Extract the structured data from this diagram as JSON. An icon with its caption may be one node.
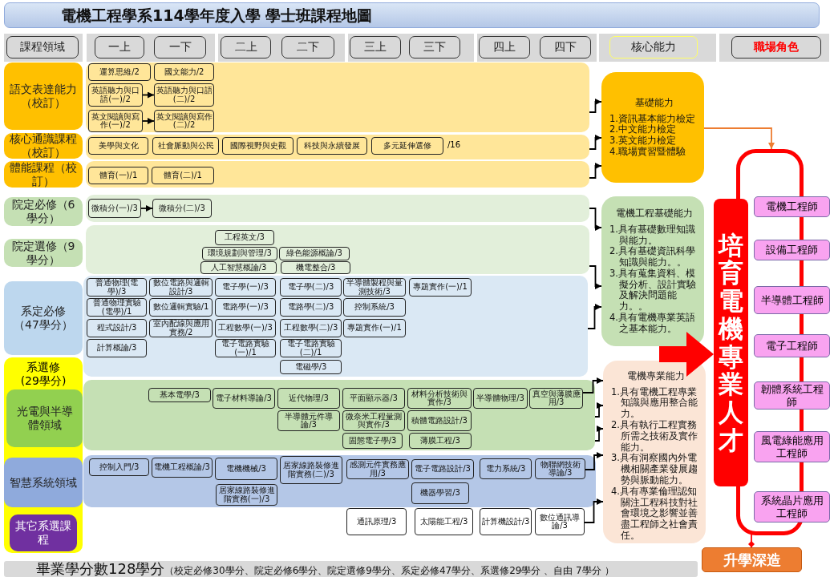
{
  "diagram": {
    "title": "電機工程學系114學年度入學 學士班課程地圖",
    "nodes": [
      {
        "text": [
          "課程領域"
        ]
      },
      {
        "text": [
          "一上"
        ]
      },
      {
        "text": [
          "一下"
        ]
      },
      {
        "text": [
          "二上"
        ]
      },
      {
        "text": [
          "二下"
        ]
      },
      {
        "text": [
          "三上"
        ]
      },
      {
        "text": [
          "三下"
        ]
      },
      {
        "text": [
          "四上"
        ]
      },
      {
        "text": [
          "四下"
        ]
      },
      {
        "text": [
          "核心能力"
        ]
      },
      {
        "text": [
          "職場角色"
        ]
      },
      {
        "text": [
          "語文表達能力（校訂）"
        ]
      },
      {
        "text": [],
        "shape": "box"
      },
      {
        "text": [
          "運算思維/2"
        ],
        "in": 12
      },
      {
        "text": [
          "國文能力/2"
        ],
        "in": 12
      },
      {
        "text": [
          "英語聽力與口語(一)/2"
        ],
        "in": 12
      },
      {
        "text": [
          "英語聽力與口語(二)/2"
        ],
        "in": 12
      },
      {
        "text": [
          "英文閱讀與寫作(一)/2"
        ],
        "in": 12
      },
      {
        "text": [
          "英文閱讀與寫作(二)/2"
        ],
        "in": 12
      },
      {
        "text": [
          "基礎能力",
          "1.資訊基本能力檢定",
          "2.中文能力檢定",
          "3.英文能力檢定",
          "4.職場實習暨體驗"
        ]
      },
      {
        "text": [
          "核心通識課程（校訂）"
        ]
      },
      {
        "text": [],
        "shape": "box"
      },
      {
        "text": [
          "美學與文化"
        ],
        "in": 21
      },
      {
        "text": [
          "社會脈動與公民"
        ],
        "in": 21
      },
      {
        "text": [
          "國際視野與史觀"
        ],
        "in": 21
      },
      {
        "text": [
          "科技與永續發展"
        ],
        "in": 21
      },
      {
        "text": [
          "多元延伸選修"
        ],
        "in": 21,
        "beside": [
          "/16"
        ]
      },
      {
        "text": [
          "體能課程（校訂）"
        ]
      },
      {
        "text": [],
        "shape": "box"
      },
      {
        "text": [
          "體育(一)/1"
        ],
        "in": 28
      },
      {
        "text": [
          "體育(二)/1"
        ],
        "in": 28
      },
      {
        "text": [],
        "shape": "box"
      },
      {
        "text": [
          "院定必修（6學分）"
        ]
      },
      {
        "text": [],
        "shape": "box"
      },
      {
        "text": [
          "微積分(一)/3"
        ],
        "in": 33
      },
      {
        "text": [
          "微積分(二)/3"
        ],
        "in": 33
      },
      {
        "text": [
          "電機工程基礎能力",
          "1.具有基礎數理知識與能力。",
          "2.具有基礎資訊科學知識與能力。。",
          "3.具有蒐集資料、模擬分析、設計實驗及解決問題能力。。",
          "4.具有電機專業英語之基本能力。"
        ]
      },
      {
        "text": [
          "培育電機專業人才"
        ]
      },
      {
        "text": [
          "電機工程師"
        ]
      },
      {
        "text": [
          "院定選修（9學分）"
        ]
      },
      {
        "text": [],
        "shape": "box"
      },
      {
        "text": [
          "工程英文/3"
        ],
        "in": 40
      },
      {
        "text": [
          "環境規劃與管理/3"
        ],
        "in": 40
      },
      {
        "text": [
          "綠色能源概論/3"
        ],
        "in": 40
      },
      {
        "text": [
          "人工智慧概論/3"
        ],
        "in": 40
      },
      {
        "text": [
          "機電整合/3"
        ],
        "in": 40
      },
      {
        "text": [
          "設備工程師"
        ]
      },
      {
        "text": [
          "系定必修（47學分）"
        ]
      },
      {
        "text": [],
        "shape": "box"
      },
      {
        "text": [
          "普通物理(電學)/3"
        ],
        "in": 48
      },
      {
        "text": [
          "數位電路與邏輯設計/3"
        ],
        "in": 48
      },
      {
        "text": [
          "電子學(一)/3"
        ],
        "in": 48
      },
      {
        "text": [
          "電子學(二)/3"
        ],
        "in": 48
      },
      {
        "text": [
          "半導體製程與量測技術/3"
        ],
        "in": 48
      },
      {
        "text": [
          "專題實作(一)/1"
        ],
        "in": 48
      },
      {
        "text": [
          "半導體工程師"
        ]
      },
      {
        "text": [
          "普通物理實驗(電學)/1"
        ],
        "in": 48
      },
      {
        "text": [
          "數位邏輯實驗/1"
        ],
        "in": 48
      },
      {
        "text": [
          "電路學(一)/3"
        ],
        "in": 48
      },
      {
        "text": [
          "電路學(二)/3"
        ],
        "in": 48
      },
      {
        "text": [
          "控制系統/3"
        ],
        "in": 48
      },
      {
        "text": [
          "程式設計/3"
        ],
        "in": 48
      },
      {
        "text": [
          "室內配線與應用實務/2"
        ],
        "in": 48
      },
      {
        "text": [
          "工程數學(一)/3"
        ],
        "in": 48
      },
      {
        "text": [
          "工程數學(二)/3"
        ],
        "in": 48
      },
      {
        "text": [
          "專題實作(一)/1"
        ],
        "in": 48
      },
      {
        "text": [
          "電子工程師"
        ]
      },
      {
        "text": [
          "計算概論/3"
        ],
        "in": 48
      },
      {
        "text": [
          "電子電路實驗(一)/1"
        ],
        "in": 48
      },
      {
        "text": [
          "電子電路實驗(二)/1"
        ],
        "in": 48
      },
      {
        "text": [
          "電磁學/3"
        ],
        "in": 48
      },
      {
        "text": [
          "系選修(29學分)"
        ]
      },
      {
        "text": [
          "光電與半導體領域"
        ],
        "in": 71
      },
      {
        "text": [],
        "shape": "box"
      },
      {
        "text": [
          "基本電學/3"
        ],
        "in": 73
      },
      {
        "text": [
          "電子材料導論/3"
        ],
        "in": 73
      },
      {
        "text": [
          "近代物理/3"
        ],
        "in": 73
      },
      {
        "text": [
          "平面顯示器/3"
        ],
        "in": 73
      },
      {
        "text": [
          "材料分析技術與實作/3"
        ],
        "in": 73
      },
      {
        "text": [
          "半導體物理/3"
        ],
        "in": 73
      },
      {
        "text": [
          "真空與薄膜應用/3"
        ],
        "in": 73
      },
      {
        "text": [
          "電機專業能力",
          "1.具有電機工程專業知識與應用整合能力。",
          "2.具有執行工程實務所需之技術及實作能力。",
          "3.具有洞察國內外電機相關產業發展趨勢與脈動能力。",
          "4.具有專業倫理認知關注工程科技對社會環境之影響並善盡工程師之社會責任。"
        ]
      },
      {
        "text": [
          "韌體系統工程師"
        ]
      },
      {
        "text": [
          "半導體元件導論/3"
        ],
        "in": 73
      },
      {
        "text": [
          "微奈米工程量測與實作/3"
        ],
        "in": 73
      },
      {
        "text": [
          "積體電路設計/3"
        ],
        "in": 73
      },
      {
        "text": [
          "固態電子學/3"
        ],
        "in": 73
      },
      {
        "text": [
          "薄膜工程/3"
        ],
        "in": 73
      },
      {
        "text": [
          "風電綠能應用工程師"
        ]
      },
      {
        "text": [
          "智慧系統領域"
        ],
        "in": 71
      },
      {
        "text": [],
        "shape": "box"
      },
      {
        "text": [
          "控制入門/3"
        ],
        "in": 90
      },
      {
        "text": [
          "電機工程概論/3"
        ],
        "in": 90
      },
      {
        "text": [
          "電機機械/3"
        ],
        "in": 90
      },
      {
        "text": [
          "居家線路裝修進階實務(二)/3"
        ],
        "in": 90
      },
      {
        "text": [
          "感測元件實務應用/3"
        ],
        "in": 90
      },
      {
        "text": [
          "電子電路設計/3"
        ],
        "in": 90
      },
      {
        "text": [
          "電力系統/3"
        ],
        "in": 90
      },
      {
        "text": [
          "物聯網技術導論/3"
        ],
        "in": 90
      },
      {
        "text": [
          "居家線路裝修進階實務(一)/3"
        ],
        "in": 90
      },
      {
        "text": [
          "機器學習/3"
        ],
        "in": 90
      },
      {
        "text": [
          "系統晶片應用工程師"
        ]
      },
      {
        "text": [
          "其它系選課程"
        ],
        "in": 71
      },
      {
        "text": [
          "通訊原理/3"
        ]
      },
      {
        "text": [
          "太陽能工程/3"
        ]
      },
      {
        "text": [
          "計算機設計/3"
        ]
      },
      {
        "text": [
          "數位通訊導論/3"
        ]
      },
      {
        "text": [
          "升學深造"
        ]
      }
    ],
    "edges": [
      {
        "from": 15,
        "to": 16,
        "arrow": "to"
      },
      {
        "from": 17,
        "to": 18,
        "arrow": "to"
      },
      {
        "from": 34,
        "to": 35,
        "arrow": "to"
      },
      {
        "from": 12,
        "to": 19,
        "arrow": "to"
      },
      {
        "from": 21,
        "to": 19,
        "arrow": "to"
      },
      {
        "from": 28,
        "to": 19,
        "arrow": "to"
      },
      {
        "from": 33,
        "to": 36,
        "arrow": "to"
      },
      {
        "from": 40,
        "to": 36,
        "arrow": "to"
      },
      {
        "from": 48,
        "to": 36,
        "arrow": "to"
      },
      {
        "from": 80,
        "to": 81,
        "arrow": "to"
      },
      {
        "from": 73,
        "to": 81,
        "arrow": "to"
      },
      {
        "from": 73,
        "to": 81,
        "arrow": "to"
      },
      {
        "from": 98,
        "to": 81,
        "arrow": "to"
      },
      {
        "from": 106,
        "to": 81,
        "arrow": "to"
      },
      {
        "from": null,
        "to": 37,
        "arrow": "to",
        "style": "thick",
        "color": "#ff0000"
      },
      {
        "from": 19,
        "to": 31,
        "arrow": "to",
        "color": "#ed7d31"
      },
      {
        "from": 31,
        "to": 107,
        "arrow": "other",
        "color": "#ff0000"
      }
    ],
    "labels": [
      "畢業學分數128學分",
      "（校定必修30學分、院定必修6學分、院定選修9學分、系定必修47學分、系選修29學分 、自由 7學分 ）"
    ]
  }
}
